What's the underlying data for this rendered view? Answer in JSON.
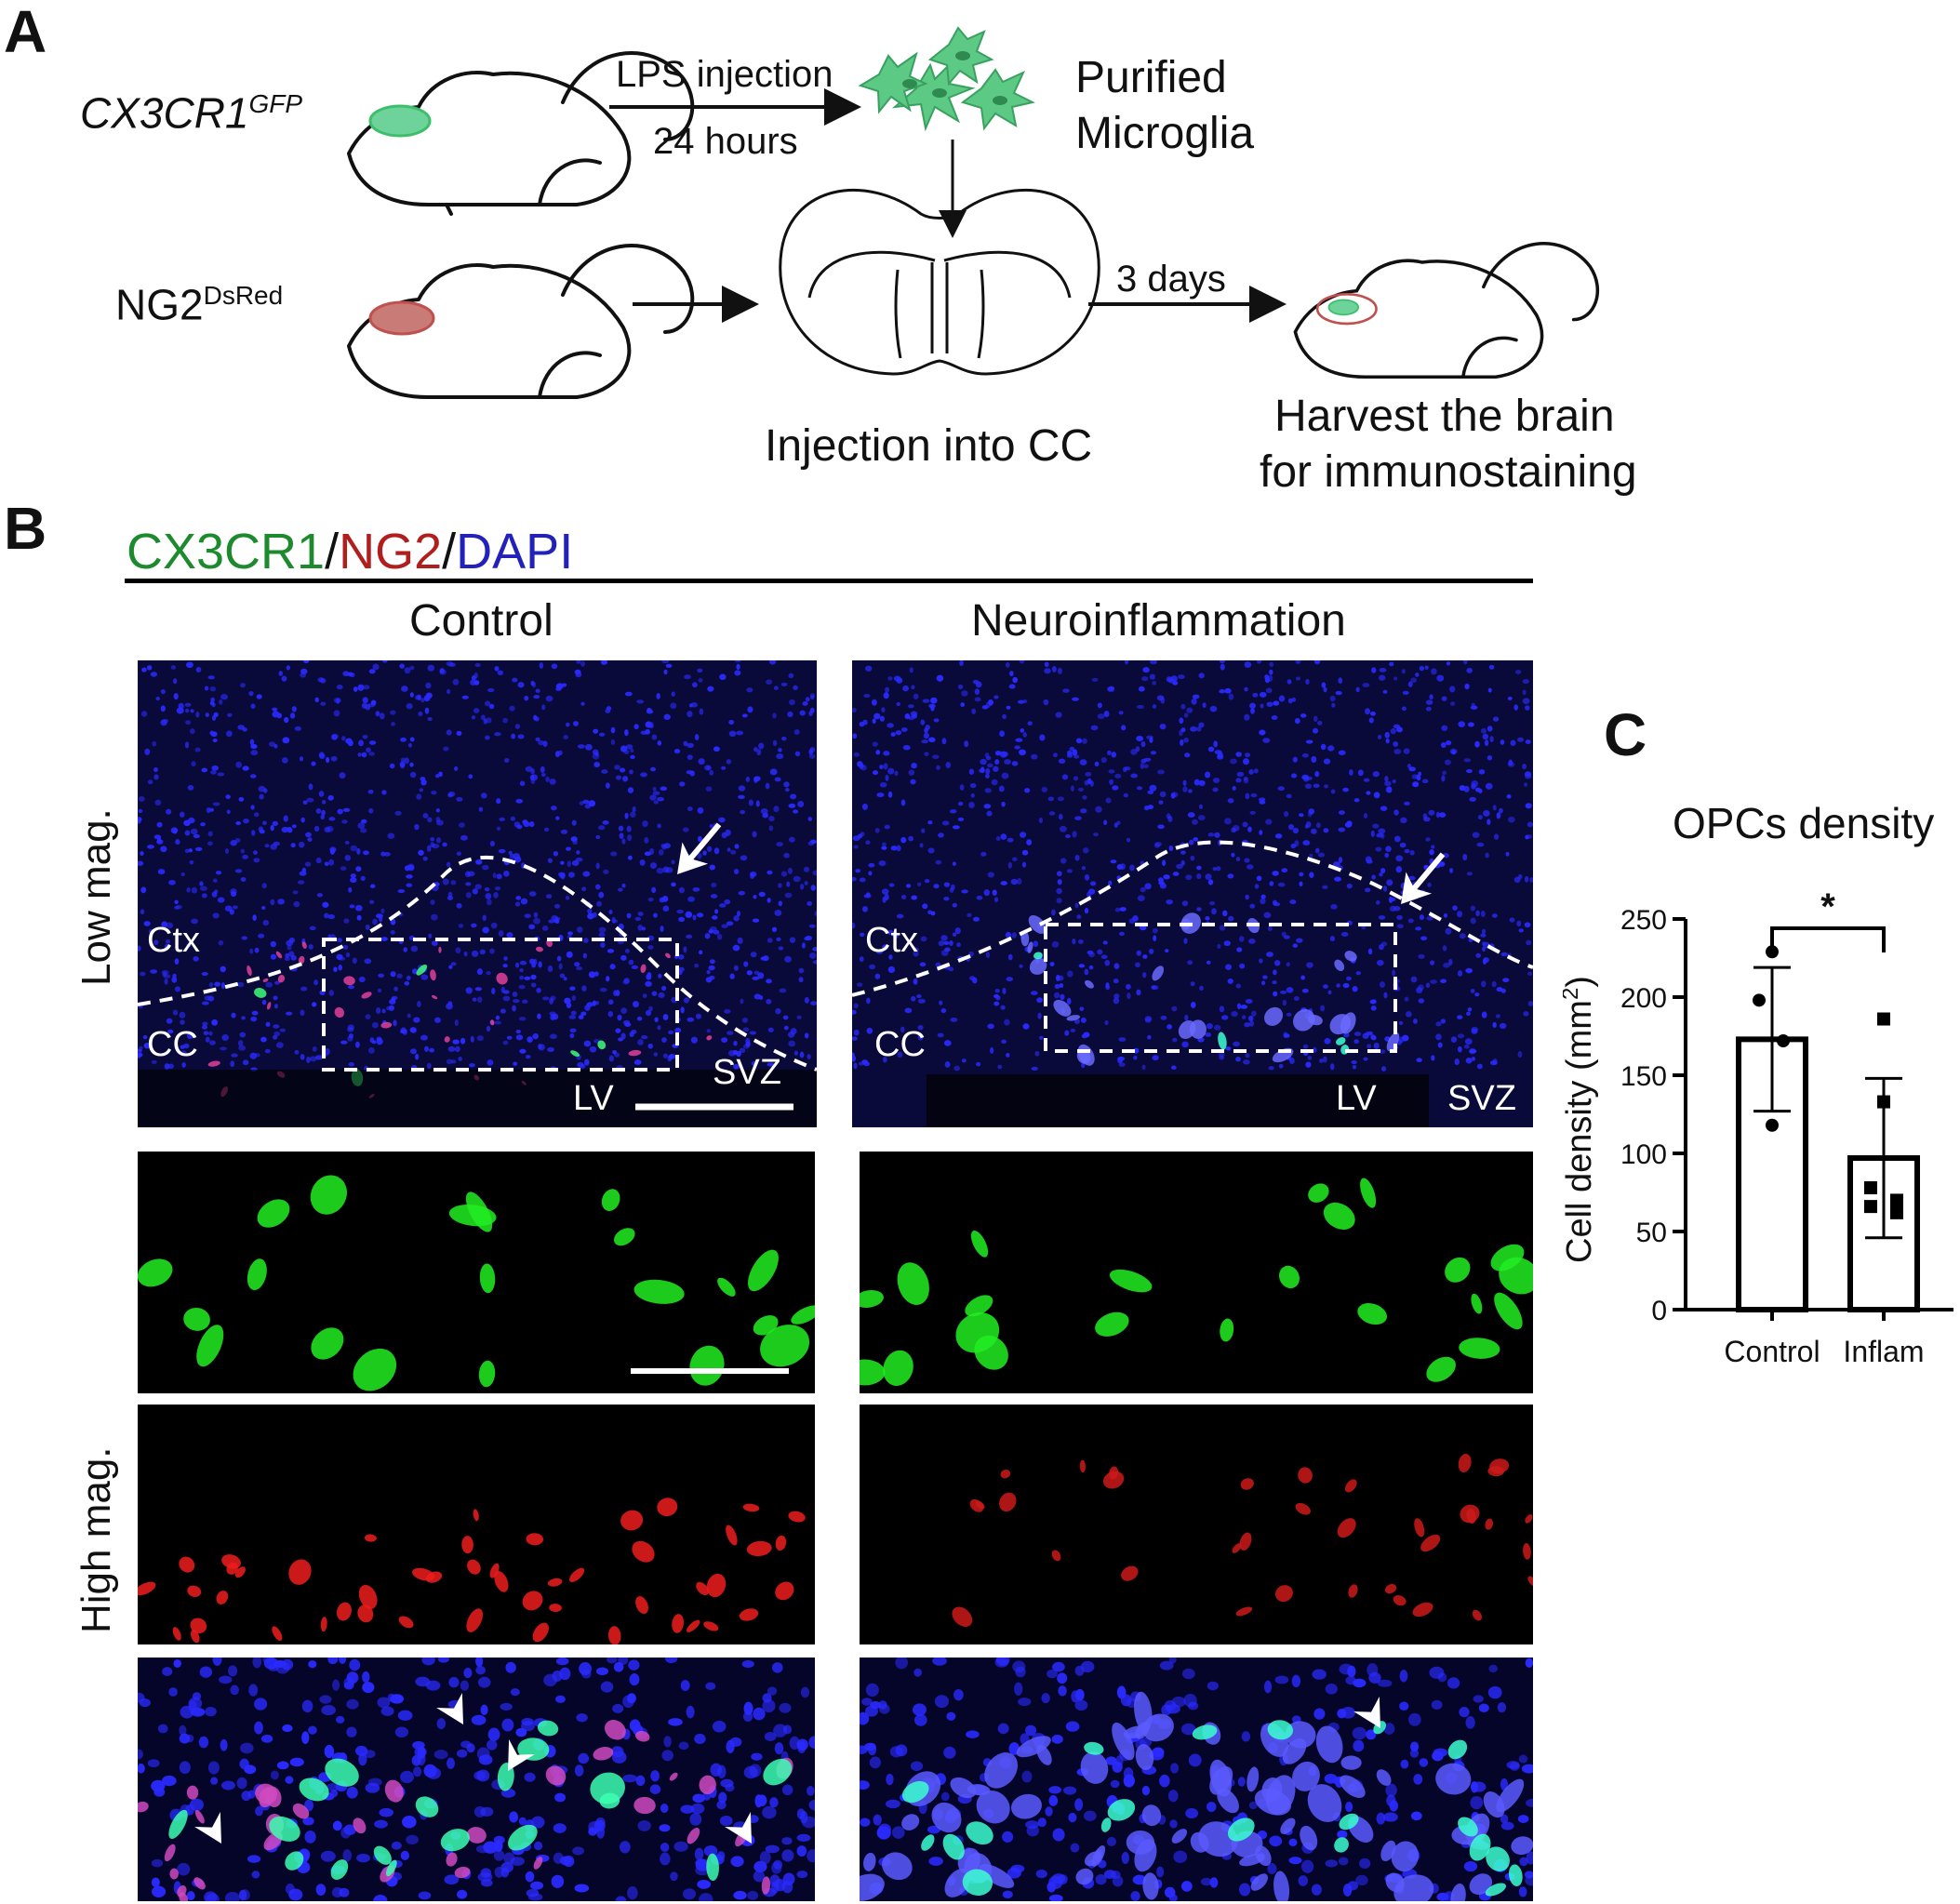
{
  "panelA": {
    "letter": "A",
    "cx3cr1_label": "CX3CR1",
    "cx3cr1_sup": "GFP",
    "ng2_label": "NG2",
    "ng2_sup": "DsRed",
    "lps_line1": "LPS injection",
    "lps_line2": "24 hours",
    "purified_line1": "Purified",
    "purified_line2": "Microglia",
    "three_days": "3 days",
    "injection_label": "Injection into CC",
    "harvest_line1": "Harvest the brain",
    "harvest_line2": "for immunostaining",
    "colors": {
      "gfp": "#3cbf6a",
      "dsred": "#c0504d",
      "outline": "#111111"
    }
  },
  "panelB": {
    "letter": "B",
    "stain_parts": [
      {
        "text": "CX3CR1",
        "color": "#1e8a2e"
      },
      {
        "text": "/",
        "color": "#111111"
      },
      {
        "text": "NG2",
        "color": "#b01e1e"
      },
      {
        "text": "/",
        "color": "#111111"
      },
      {
        "text": "DAPI",
        "color": "#2222bb"
      }
    ],
    "col_control": "Control",
    "col_inflam": "Neuroinflammation",
    "row_low": "Low mag.",
    "row_high": "High mag.",
    "low_labels": {
      "ctx": "Ctx",
      "cc": "CC",
      "lv": "LV",
      "svz": "SVZ"
    }
  },
  "panelC": {
    "letter": "C",
    "significance": "*"
  },
  "chart_data": {
    "type": "bar",
    "title": "OPCs density",
    "ylabel": "Cell density (mm",
    "ylabel_sup": "2",
    "ylabel_close": ")",
    "categories": [
      "Control",
      "Inflam"
    ],
    "values": [
      173,
      97
    ],
    "sd": [
      46,
      51
    ],
    "ylim": [
      0,
      250
    ],
    "yticks": [
      0,
      50,
      100,
      150,
      200,
      250
    ],
    "points": [
      {
        "category": "Control",
        "marker": "circle",
        "values": [
          229,
          198,
          172,
          118
        ]
      },
      {
        "category": "Inflam",
        "marker": "square",
        "values": [
          186,
          133,
          78,
          70,
          66,
          62
        ]
      }
    ],
    "significance": "*",
    "grid": false
  }
}
